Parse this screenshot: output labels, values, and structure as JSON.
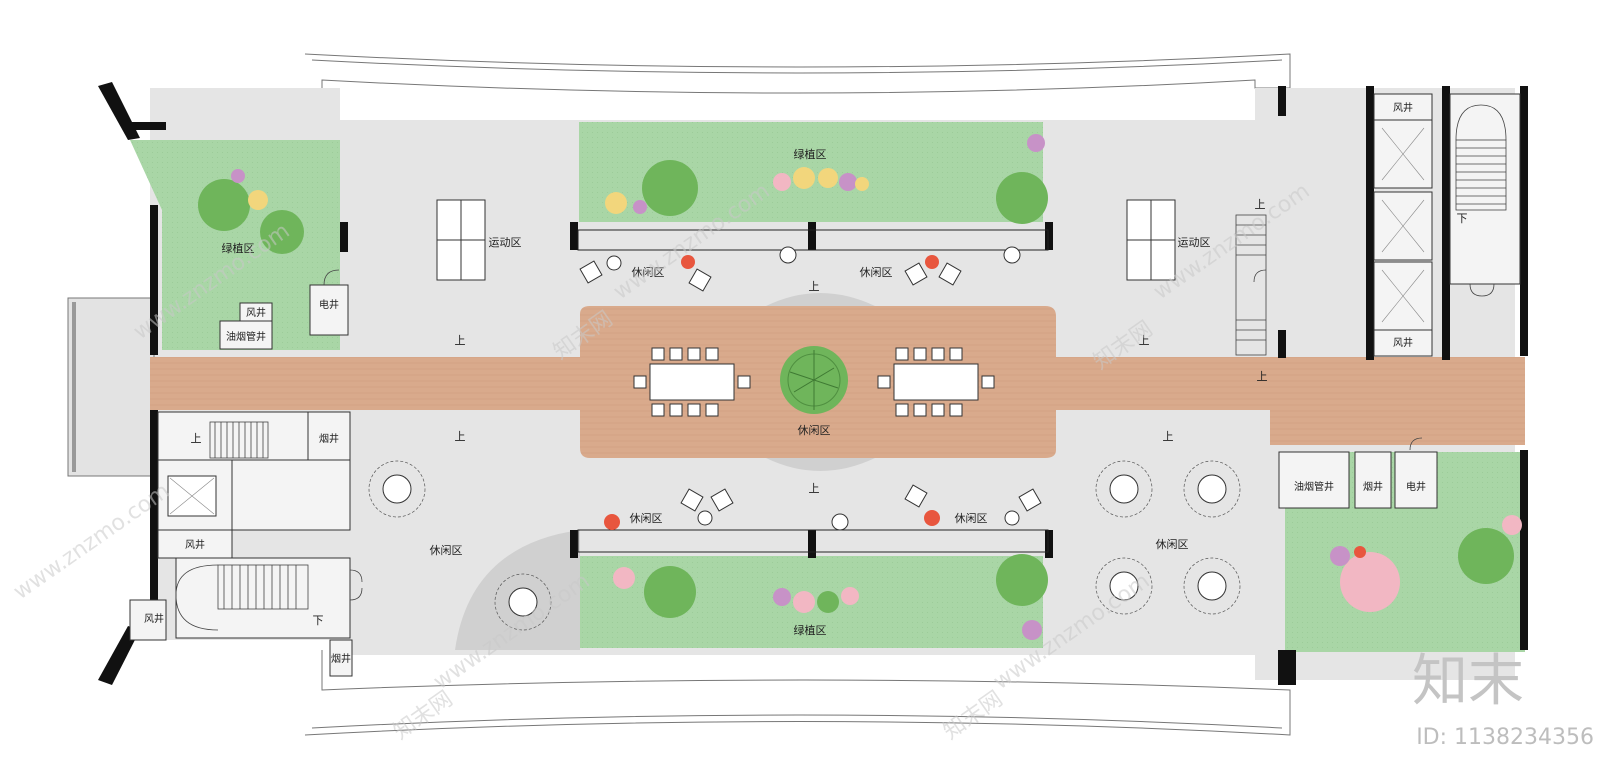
{
  "labels": {
    "green_zone": "绿植区",
    "sport_zone": "运动区",
    "leisure_zone": "休闲区",
    "up": "上",
    "down": "下",
    "wind_shaft": "风井",
    "smoke_shaft": "烟井",
    "elec_shaft": "电井",
    "oil_smoke_shaft": "油烟管井"
  },
  "watermark": {
    "site": "www.znzmo.com",
    "cn_name": "知末网",
    "brand": "知末",
    "id_text": "ID: 1138234356"
  },
  "colors": {
    "background": "#ffffff",
    "floor": "#e5e5e5",
    "boardwalk": "#d9aa8c",
    "lawn": "#a9d6a6",
    "wall": "#111111",
    "tree": "#6fb55b",
    "accent_red": "#e8563e"
  }
}
